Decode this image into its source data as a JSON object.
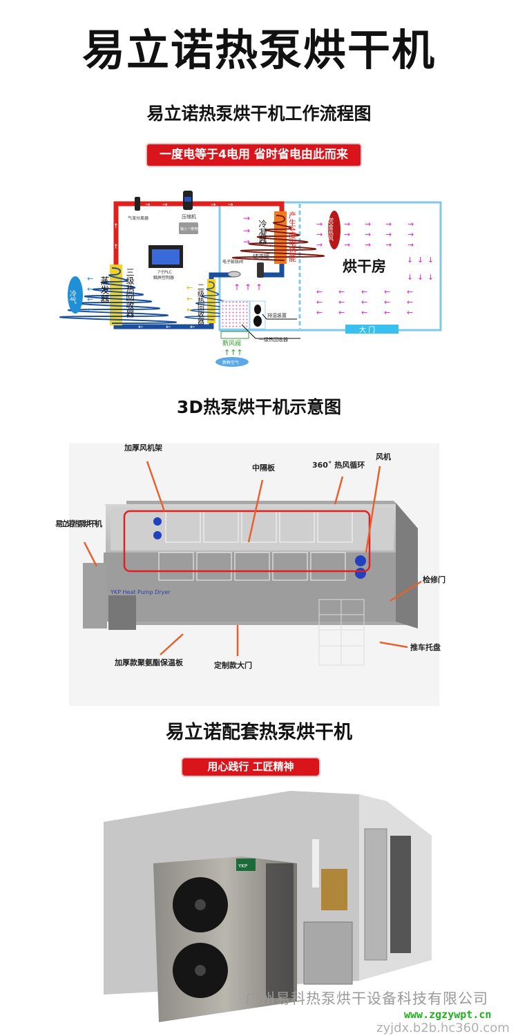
{
  "title": "易立诺热泵烘干机",
  "flow_section": {
    "heading": "易立诺热泵烘干机工作流程图",
    "banner": "一度电等于4电用  省时省电由此而来",
    "labels": {
      "separator": "气液分离器",
      "compressor": "压缩机",
      "compressor_note": "输入一度电能",
      "controller": "7寸PLC",
      "controller2": "触屏控制器",
      "condenser": "冷凝器",
      "heat_note": "产生4度电热能",
      "receiver": "储液罐",
      "valve": "电子膨胀阀",
      "evaporator": "蒸发器",
      "recovery3": "三级热回收器",
      "recovery2": "二级热回收器",
      "recovery1": "一级热回收器",
      "dehumid": "排湿装置",
      "fresh_valve": "新风阀",
      "fresh_air": "新鲜空气",
      "cold_air": "冷气",
      "hot_air": "80度热风",
      "room": "烘干房",
      "door": "大  门"
    }
  },
  "diagram3d_section": {
    "heading": "3D热泵烘干机示意图",
    "labels": {
      "fan_frame": "加厚风机架",
      "partition": "中隔板",
      "circulation": "360˚ 热风循环",
      "fan": "风机",
      "machine": "易立诺热泵烘干机",
      "inspection_door": "检修门",
      "cart": "推车托盘",
      "insulation": "加厚款聚氨酯保温板",
      "door": "定制款大门",
      "brand_plate": "YKP  Heat Pump Dryer"
    }
  },
  "product_section": {
    "heading": "易立诺配套热泵烘干机",
    "banner": "用心践行  工匠精神",
    "unit_logo": "YKP"
  },
  "watermarks": {
    "company": "广州易科热泵烘干设备科技有限公司",
    "site1": "www.zgzywpt.cn",
    "site2": "zyjdx.b2b.hc360.com"
  },
  "colors": {
    "red": "#d9141b",
    "pipe_red": "#e0201c",
    "pipe_blue": "#1b4f9c",
    "room_blue": "#7ec8ec",
    "magenta": "#e020d0",
    "arrow_orange": "#e8602c"
  }
}
